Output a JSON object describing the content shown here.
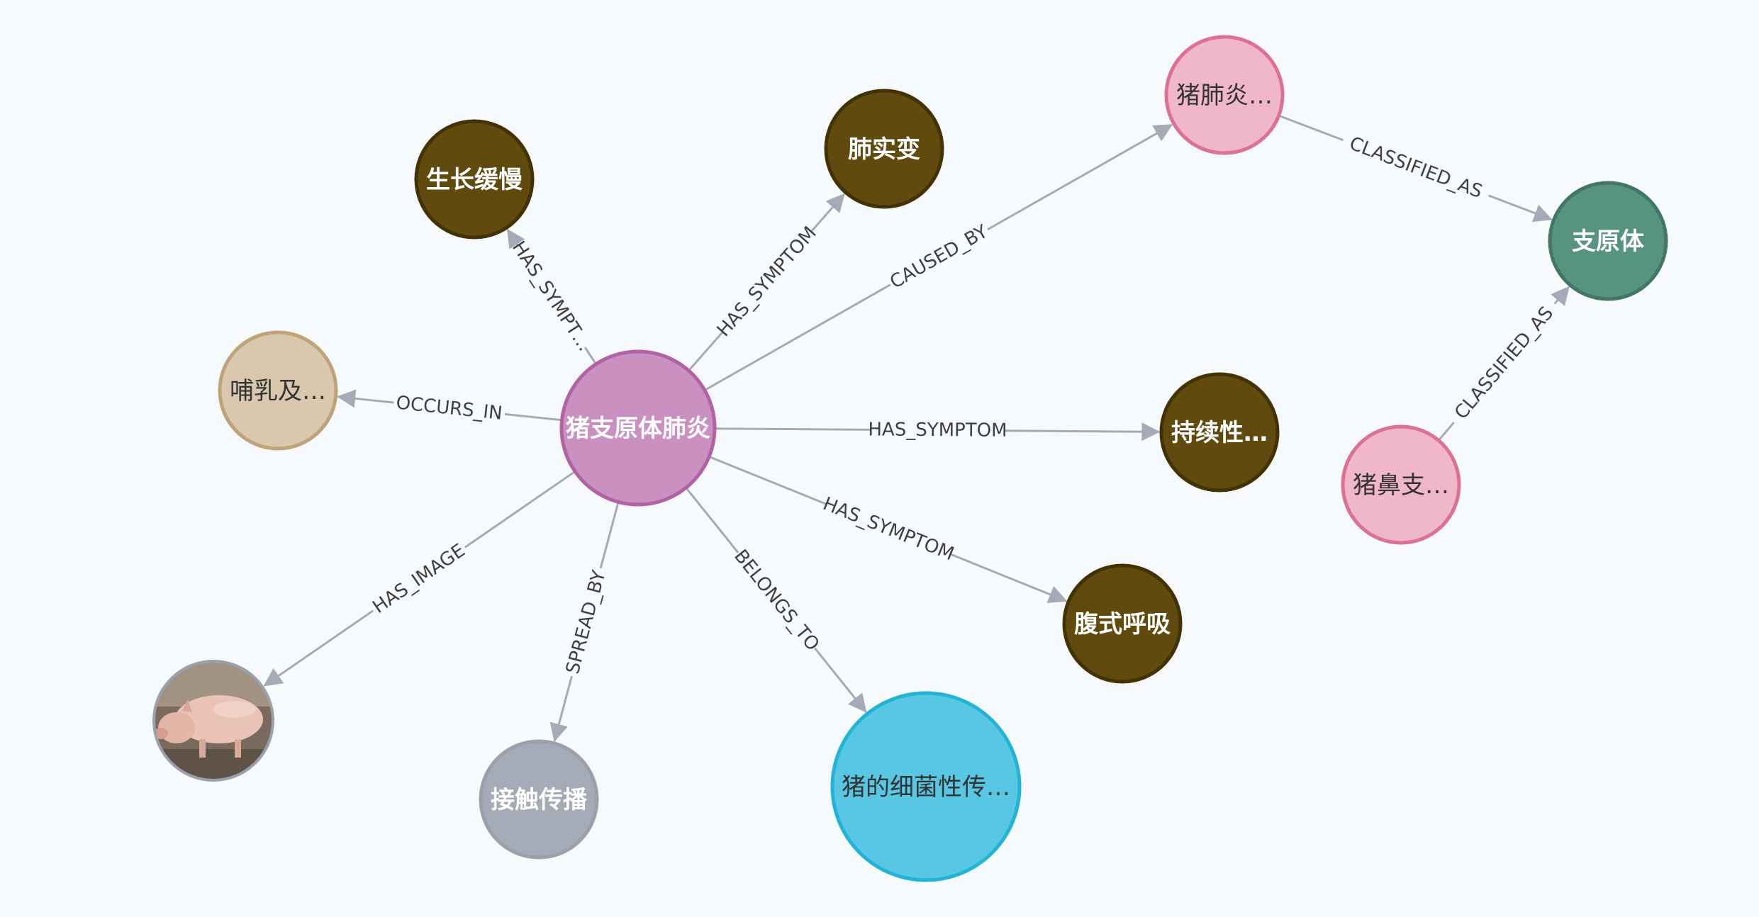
{
  "nodes": [
    {
      "id": "center",
      "label": "猪支原体肺炎",
      "fill": "#c990c0",
      "stroke": "#b261a5",
      "text": "#ffffff",
      "icon": null
    },
    {
      "id": "growth",
      "label": "生长缓慢",
      "fill": "#604a0e",
      "stroke": "#423204",
      "text": "#ffffff",
      "icon": null
    },
    {
      "id": "lung",
      "label": "肺实变",
      "fill": "#604a0e",
      "stroke": "#423204",
      "text": "#ffffff",
      "icon": null
    },
    {
      "id": "pathogen",
      "label": "猪肺炎…",
      "fill": "#f0b6cb",
      "stroke": "#dd7194",
      "text": "#333333",
      "icon": null
    },
    {
      "id": "mycoplasma",
      "label": "支原体",
      "fill": "#569480",
      "stroke": "#447666",
      "text": "#ffffff",
      "icon": null
    },
    {
      "id": "nasal",
      "label": "猪鼻支…",
      "fill": "#f0b6cb",
      "stroke": "#dd7194",
      "text": "#333333",
      "icon": null
    },
    {
      "id": "persist",
      "label": "持续性…",
      "fill": "#604a0e",
      "stroke": "#423204",
      "text": "#ffffff",
      "icon": null
    },
    {
      "id": "abdominal",
      "label": "腹式呼吸",
      "fill": "#604a0e",
      "stroke": "#423204",
      "text": "#ffffff",
      "icon": null
    },
    {
      "id": "category",
      "label": "猪的细菌性传…",
      "fill": "#57c7e3",
      "stroke": "#23b3d7",
      "text": "#333333",
      "icon": null
    },
    {
      "id": "contact",
      "label": "接触传播",
      "fill": "#a5abb6",
      "stroke": "#9aa1ac",
      "text": "#ffffff",
      "icon": null
    },
    {
      "id": "image",
      "label": "",
      "fill": "#8f7f74",
      "stroke": "#9aa1ac",
      "text": "#ffffff",
      "icon": "pig-photo-icon"
    },
    {
      "id": "stage",
      "label": "哺乳及…",
      "fill": "#d9c8ae",
      "stroke": "#c0a378",
      "text": "#333333",
      "icon": null
    }
  ],
  "edges": [
    {
      "from": "center",
      "to": "growth",
      "label": "HAS_SYMPT…"
    },
    {
      "from": "center",
      "to": "lung",
      "label": "HAS_SYMPTOM"
    },
    {
      "from": "center",
      "to": "pathogen",
      "label": "CAUSED_BY"
    },
    {
      "from": "pathogen",
      "to": "mycoplasma",
      "label": "CLASSIFIED_AS"
    },
    {
      "from": "nasal",
      "to": "mycoplasma",
      "label": "CLASSIFIED_AS"
    },
    {
      "from": "center",
      "to": "persist",
      "label": "HAS_SYMPTOM"
    },
    {
      "from": "center",
      "to": "abdominal",
      "label": "HAS_SYMPTOM"
    },
    {
      "from": "center",
      "to": "category",
      "label": "BELONGS_TO"
    },
    {
      "from": "center",
      "to": "contact",
      "label": "SPREAD_BY"
    },
    {
      "from": "center",
      "to": "image",
      "label": "HAS_IMAGE"
    },
    {
      "from": "center",
      "to": "stage",
      "label": "OCCURS_IN"
    }
  ],
  "colors": {
    "background": "#f7fafd",
    "edge": "#a5abb6",
    "edge_label": "#404040"
  }
}
